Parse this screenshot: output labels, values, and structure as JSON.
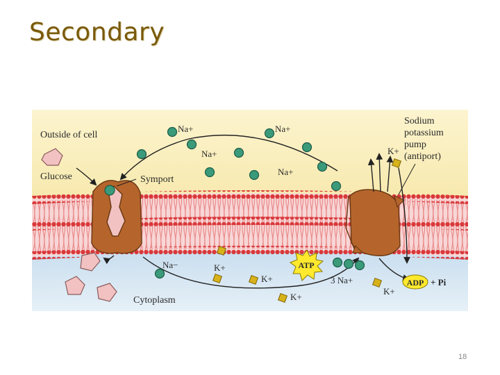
{
  "slide": {
    "title": "Secondary",
    "page_number": "18"
  },
  "diagram": {
    "outside_label": "Outside of cell",
    "glucose_label": "Glucose",
    "symport_label": "Symport",
    "pump_label_lines": [
      "Sodium",
      "potassium",
      "pump",
      "(antiport)"
    ],
    "cytoplasm_label": "Cytoplasm",
    "na_plus": "Na+",
    "na_minus": "Na−",
    "k_plus": "K+",
    "three_na": "3 Na+",
    "atp": "ATP",
    "adp": "ADP",
    "pi": "+ Pi",
    "colors": {
      "outside": "#fbf0c0",
      "cytoplasm": "#cfe1ef",
      "membrane_head": "#d9393b",
      "protein": "#b5652c",
      "sodium_ion": "#3a9a7a",
      "potassium_ion": "#d7b21a",
      "glucose": "#f2c2c2",
      "atp_burst": "#ffe92e"
    }
  }
}
